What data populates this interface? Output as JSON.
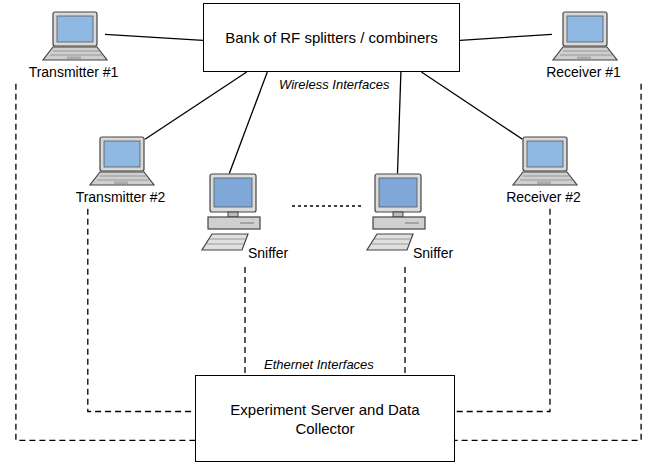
{
  "diagram": {
    "nodes": [
      {
        "text": [
          "Bank of RF splitters / combiners"
        ]
      },
      {
        "text": [
          "Transmitter #1"
        ]
      },
      {
        "text": [
          "Receiver #1"
        ]
      },
      {
        "text": [
          "Transmitter #2"
        ]
      },
      {
        "text": [
          "Sniffer"
        ]
      },
      {
        "text": [
          "Sniffer"
        ]
      },
      {
        "text": [
          "Receiver #2"
        ]
      },
      {
        "text": [
          "Experiment Server and Data Collector"
        ]
      }
    ],
    "edges": [
      {
        "from": 0,
        "to": 1,
        "arrow": "none"
      },
      {
        "from": 0,
        "to": 2,
        "arrow": "none"
      },
      {
        "from": 0,
        "to": 3,
        "arrow": "none"
      },
      {
        "from": 0,
        "to": 4,
        "arrow": "none"
      },
      {
        "from": 0,
        "to": 5,
        "arrow": "none"
      },
      {
        "from": 0,
        "to": 6,
        "arrow": "none"
      },
      {
        "from": 1,
        "to": 7,
        "arrow": "none"
      },
      {
        "from": 2,
        "to": 7,
        "arrow": "none"
      },
      {
        "from": 3,
        "to": 7,
        "arrow": "none"
      },
      {
        "from": 4,
        "to": 7,
        "arrow": "none"
      },
      {
        "from": 5,
        "to": 7,
        "arrow": "none"
      },
      {
        "from": 6,
        "to": 7,
        "arrow": "none"
      }
    ],
    "labels": [
      "Wireless Interfaces",
      "Ethernet Interfaces"
    ]
  }
}
